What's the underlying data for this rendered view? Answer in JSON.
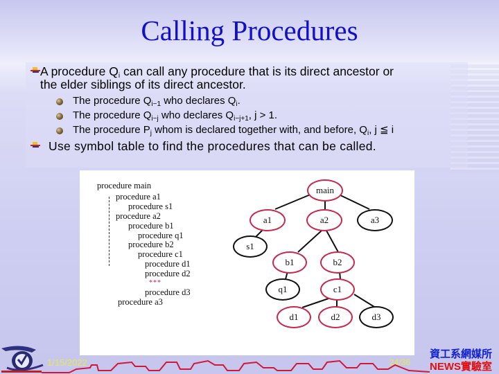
{
  "slide": {
    "title": "Calling Procedures",
    "bullets": [
      {
        "parts": [
          "A procedure Q",
          "i",
          " can call any procedure that is its direct ancestor or"
        ],
        "line2": "the elder siblings of its direct ancestor.",
        "sub_bullets": [
          {
            "pre": "The procedure Q",
            "sub": "i−1",
            "mid": " who declares Q",
            "sub2": "i",
            "post": "."
          },
          {
            "pre": "The procedure Q",
            "sub": "i−j",
            "mid": " who declares Q",
            "sub2": "i−j+1",
            "post": ", j > 1."
          },
          {
            "pre": "The procedure P",
            "sub": "j",
            "mid": " whom is declared together with, and before, Q",
            "sub2": "i",
            "post": ", j ≦ i"
          }
        ]
      },
      {
        "text": "Use symbol table to find the procedures that can be called."
      }
    ]
  },
  "figure": {
    "code_lines": [
      {
        "text": "procedure main",
        "indent": 0
      },
      {
        "text": "procedure a1",
        "indent": 1
      },
      {
        "text": "procedure s1",
        "indent": 2
      },
      {
        "text": "procedure a2",
        "indent": 1
      },
      {
        "text": "procedure b1",
        "indent": 2
      },
      {
        "text": "procedure q1",
        "indent": 3
      },
      {
        "text": "procedure b2",
        "indent": 2
      },
      {
        "text": "procedure c1",
        "indent": 3
      },
      {
        "text": "procedure d1",
        "indent": 4
      },
      {
        "text": "procedure d2",
        "indent": 4
      },
      {
        "text": "procedure d3",
        "indent": 4
      },
      {
        "text": "procedure a3",
        "indent": 1
      }
    ],
    "ellipsis": "***",
    "tree": {
      "nodes": [
        {
          "id": "main",
          "label": "main",
          "highlight": true
        },
        {
          "id": "a1",
          "label": "a1",
          "highlight": true
        },
        {
          "id": "a2",
          "label": "a2",
          "highlight": true
        },
        {
          "id": "a3",
          "label": "a3",
          "highlight": false
        },
        {
          "id": "s1",
          "label": "s1",
          "highlight": false
        },
        {
          "id": "b1",
          "label": "b1",
          "highlight": true
        },
        {
          "id": "b2",
          "label": "b2",
          "highlight": true
        },
        {
          "id": "q1",
          "label": "q1",
          "highlight": false
        },
        {
          "id": "c1",
          "label": "c1",
          "highlight": true
        },
        {
          "id": "d1",
          "label": "d1",
          "highlight": true
        },
        {
          "id": "d2",
          "label": "d2",
          "highlight": true
        },
        {
          "id": "d3",
          "label": "d3",
          "highlight": false
        }
      ],
      "edges": [
        [
          "main",
          "a1"
        ],
        [
          "main",
          "a2"
        ],
        [
          "main",
          "a3"
        ],
        [
          "a1",
          "s1"
        ],
        [
          "a2",
          "b1"
        ],
        [
          "a2",
          "b2"
        ],
        [
          "b1",
          "q1"
        ],
        [
          "b2",
          "c1"
        ],
        [
          "c1",
          "d1"
        ],
        [
          "c1",
          "d2"
        ],
        [
          "c1",
          "d3"
        ]
      ],
      "highlight_color": "#c8284a"
    }
  },
  "footer": {
    "date": "1/15/2022",
    "page": "24/36",
    "brand_line1": "資工系網媒所",
    "brand_line2": "NEWS實驗室"
  },
  "colors": {
    "title": "#1010c8",
    "brand_blue": "#1020d0",
    "brand_red": "#e01010",
    "footer_text": "#e8e850"
  }
}
